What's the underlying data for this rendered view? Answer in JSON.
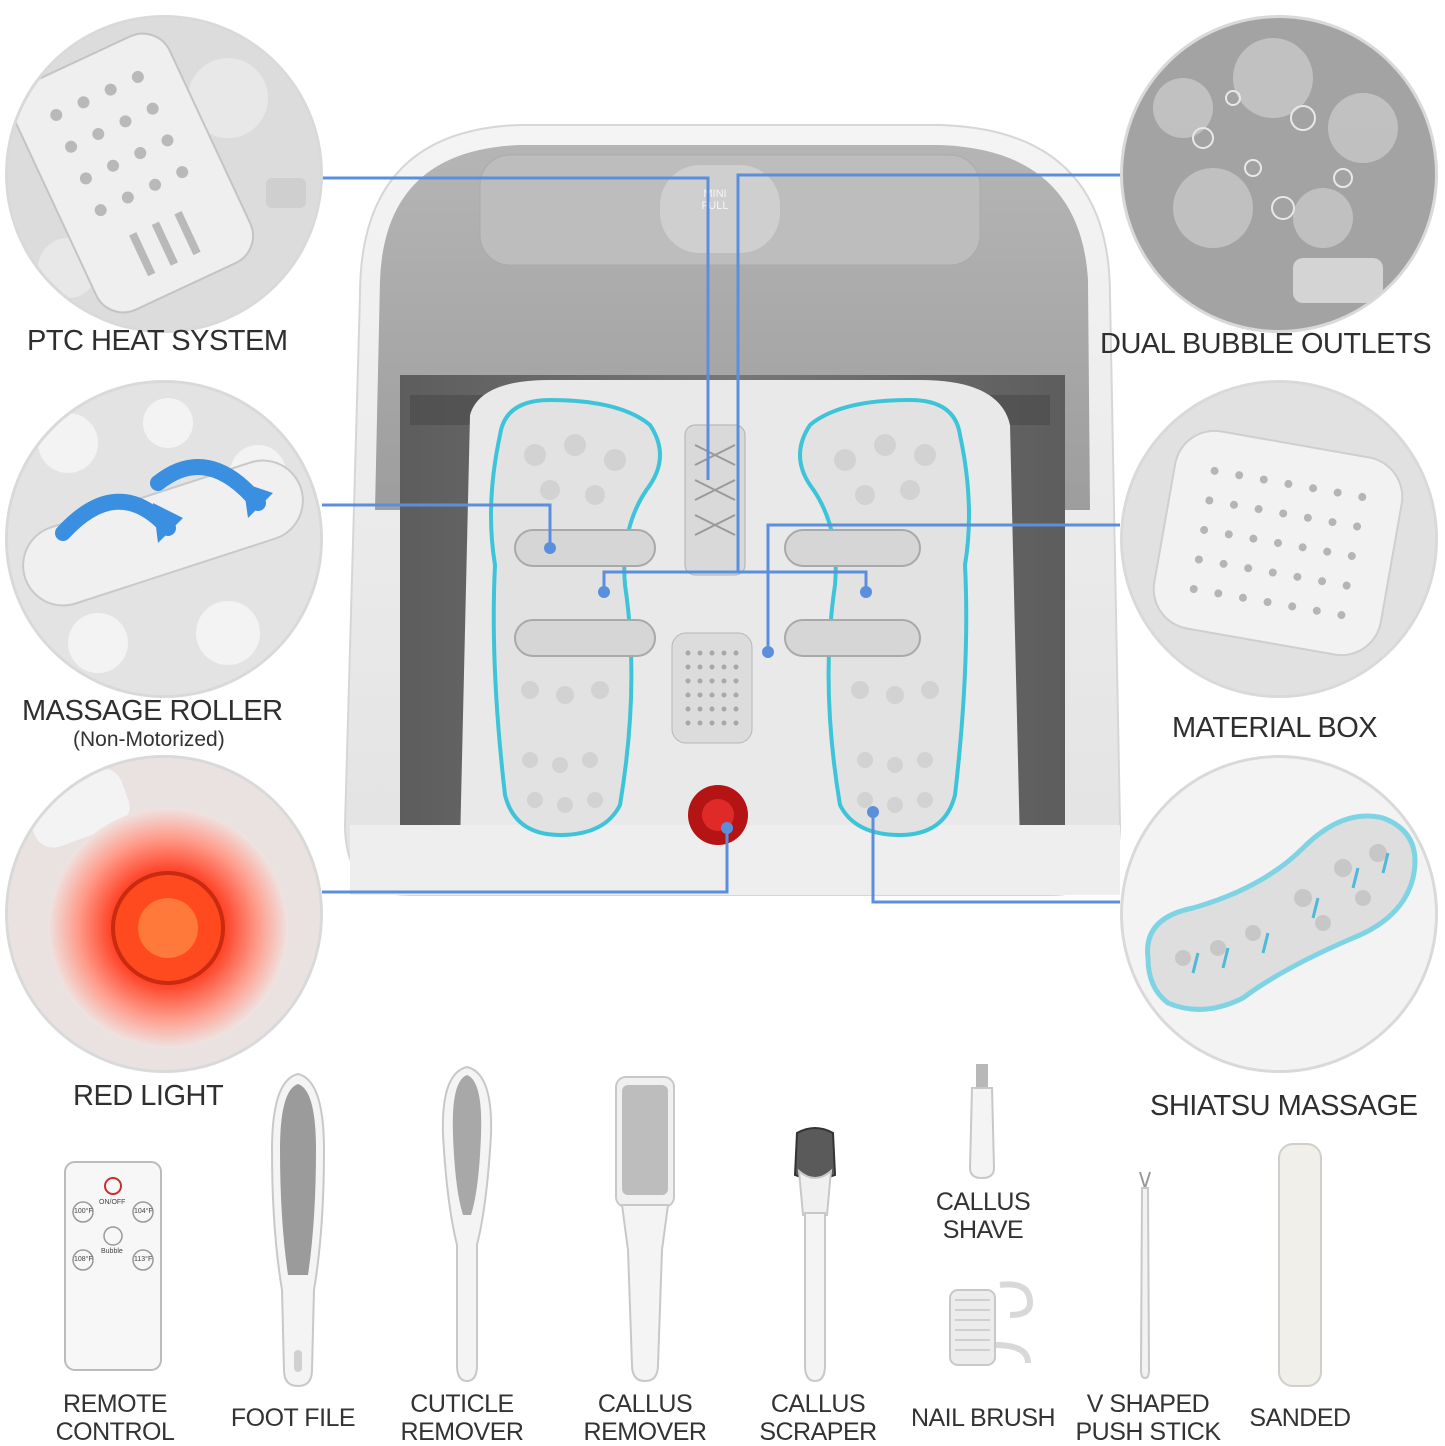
{
  "features": {
    "ptc": "PTC HEAT SYSTEM",
    "bubble": "DUAL BUBBLE OUTLETS",
    "roller": "MASSAGE ROLLER",
    "roller_note": "(Non-Motorized)",
    "material": "MATERIAL BOX",
    "red": "RED LIGHT",
    "shiatsu": "SHIATSU MASSAGE"
  },
  "brand_badge": "MINI FULL",
  "remote": {
    "power": "ON/OFF",
    "t1": "100°F",
    "t2": "104°F",
    "t3": "108°F",
    "t4": "113°F",
    "bubble": "Bubble"
  },
  "accessories": {
    "remote_l1": "REMOTE",
    "remote_l2": "CONTROL",
    "file": "FOOT FILE",
    "cuticle_l1": "CUTICLE",
    "cuticle_l2": "REMOVER",
    "callusrem_l1": "CALLUS",
    "callusrem_l2": "REMOVER",
    "scraper_l1": "CALLUS",
    "scraper_l2": "SCRAPER",
    "shave_l1": "CALLUS",
    "shave_l2": "SHAVE",
    "brush": "NAIL BRUSH",
    "push_l1": "V SHAPED",
    "push_l2": "PUSH STICK",
    "sanded": "SANDED"
  },
  "colors": {
    "callout_line": "#5b8fdc",
    "foot_outline": "#3ec4d8",
    "red_light": "#ff3b1e",
    "tub_grey": "#a9a9a9"
  }
}
